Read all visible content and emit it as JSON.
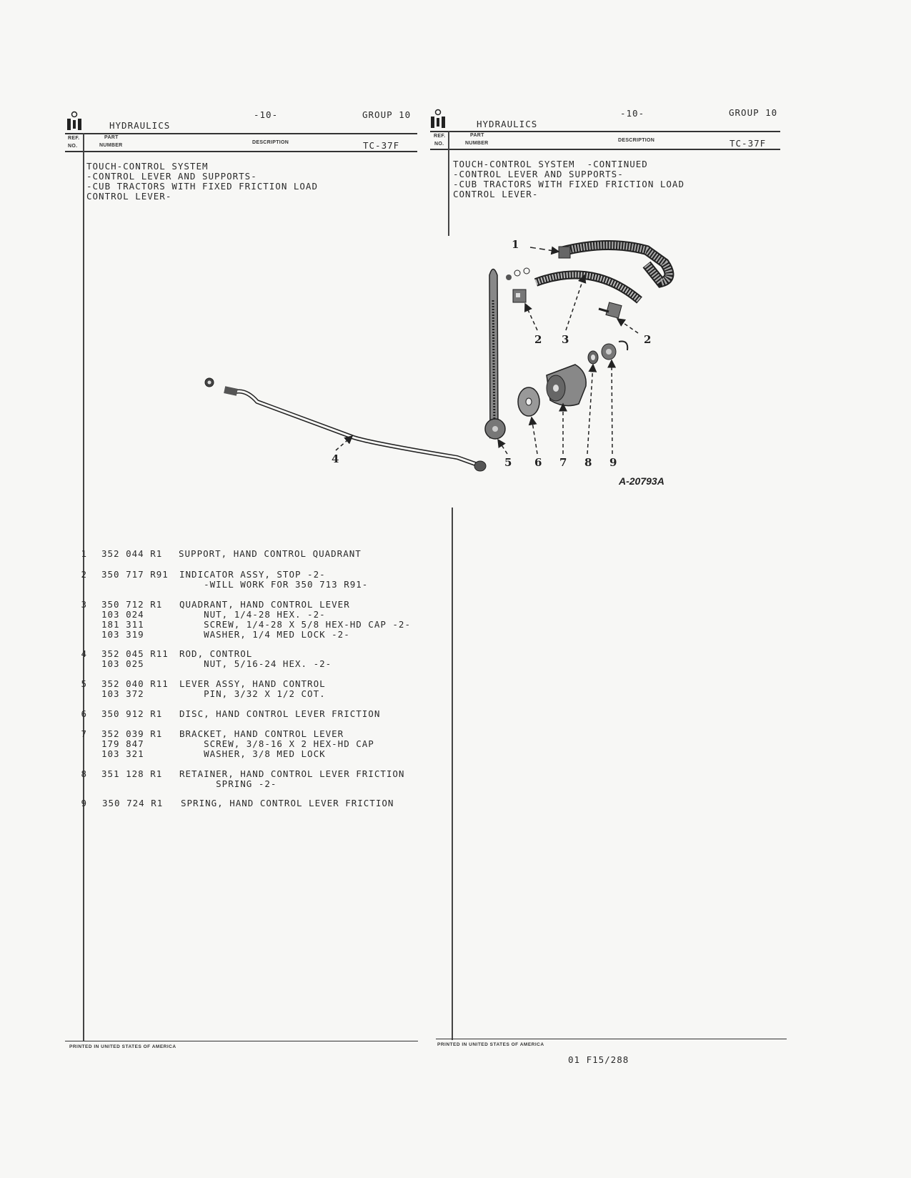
{
  "left_header": {
    "section": "HYDRAULICS",
    "page_no": "-10-",
    "group": "GROUP 10",
    "col_ref": "REF. NO.",
    "col_ref_1": "REF.",
    "col_ref_2": "NO.",
    "col_part_1": "PART",
    "col_part_2": "NUMBER",
    "col_desc": "DESCRIPTION",
    "code": "TC-37F"
  },
  "right_header": {
    "section": "HYDRAULICS",
    "page_no": "-10-",
    "group": "GROUP 10",
    "col_ref_1": "REF.",
    "col_ref_2": "NO.",
    "col_part_1": "PART",
    "col_part_2": "NUMBER",
    "col_desc": "DESCRIPTION",
    "code": "TC-37F"
  },
  "left_title": {
    "line1": "TOUCH-CONTROL SYSTEM",
    "line2": "-CONTROL LEVER AND SUPPORTS-",
    "line3": "-CUB TRACTORS WITH FIXED FRICTION LOAD",
    "line4": "CONTROL LEVER-"
  },
  "right_title": {
    "line1": "TOUCH-CONTROL SYSTEM  -CONTINUED",
    "line2": "-CONTROL LEVER AND SUPPORTS-",
    "line3": "-CUB TRACTORS WITH FIXED FRICTION LOAD",
    "line4": "CONTROL LEVER-"
  },
  "figure": {
    "code": "A-20793A",
    "labels": [
      "1",
      "2",
      "3",
      "2",
      "4",
      "5",
      "6",
      "7",
      "8",
      "9"
    ]
  },
  "parts": [
    {
      "ref": "1",
      "lines": [
        [
          "352 044 R1",
          "SUPPORT, HAND CONTROL QUADRANT"
        ]
      ]
    },
    {
      "ref": "2",
      "lines": [
        [
          "350 717 R91",
          "INDICATOR ASSY, STOP -2-"
        ],
        [
          "",
          "    -WILL WORK FOR 350 713 R91-"
        ]
      ]
    },
    {
      "ref": "3",
      "lines": [
        [
          "350 712 R1",
          "QUADRANT, HAND CONTROL LEVER"
        ],
        [
          "103 024",
          "    NUT, 1/4-28 HEX. -2-"
        ],
        [
          "181 311",
          "    SCREW, 1/4-28 X 5/8 HEX-HD CAP -2-"
        ],
        [
          "103 319",
          "    WASHER, 1/4 MED LOCK -2-"
        ]
      ]
    },
    {
      "ref": "4",
      "lines": [
        [
          "352 045 R11",
          "ROD, CONTROL"
        ],
        [
          "103 025",
          "    NUT, 5/16-24 HEX. -2-"
        ]
      ]
    },
    {
      "ref": "5",
      "lines": [
        [
          "352 040 R11",
          "LEVER ASSY, HAND CONTROL"
        ],
        [
          "103 372",
          "    PIN, 3/32 X 1/2 COT."
        ]
      ]
    },
    {
      "ref": "6",
      "lines": [
        [
          "350 912 R1",
          "DISC, HAND CONTROL LEVER FRICTION"
        ]
      ]
    },
    {
      "ref": "7",
      "lines": [
        [
          "352 039 R1",
          "BRACKET, HAND CONTROL LEVER"
        ],
        [
          "179 847",
          "    SCREW, 3/8-16 X 2 HEX-HD CAP"
        ],
        [
          "103 321",
          "    WASHER, 3/8 MED LOCK"
        ]
      ]
    },
    {
      "ref": "8",
      "lines": [
        [
          "351 128 R1",
          "RETAINER, HAND CONTROL LEVER FRICTION"
        ],
        [
          "",
          "      SPRING -2-"
        ]
      ]
    },
    {
      "ref": "9",
      "lines": [
        [
          "350 724 R1",
          "SPRING, HAND CONTROL LEVER FRICTION"
        ]
      ]
    }
  ],
  "footer": {
    "left_printed": "PRINTED IN UNITED STATES OF AMERICA",
    "right_printed": "PRINTED IN UNITED STATES OF AMERICA",
    "doc_code": "01 F15/288"
  }
}
